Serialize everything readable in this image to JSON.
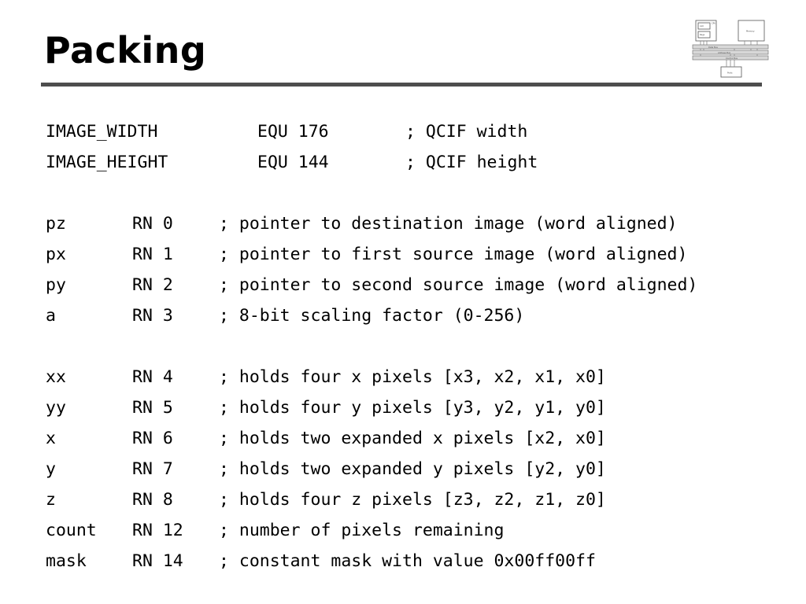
{
  "slide": {
    "title": "Packing",
    "rule_color": "#4d4d4d",
    "background_color": "#ffffff",
    "text_color": "#000000"
  },
  "logo": {
    "name": "computer-architecture-block-diagram",
    "blocks": {
      "cpu": "CPU",
      "alu": "ALU",
      "regs": "Regs",
      "memory": "Memory",
      "ports": "Ports"
    },
    "buses": {
      "data": "Data Bus",
      "address": "Address Bus",
      "control": "Control Bus"
    }
  },
  "code": {
    "language": "arm-assembly",
    "lines": [
      {
        "kind": "equ",
        "label": "IMAGE_WIDTH",
        "op": "EQU 176",
        "comment": "; QCIF width"
      },
      {
        "kind": "equ",
        "label": "IMAGE_HEIGHT",
        "op": "EQU 144",
        "comment": "; QCIF height"
      },
      {
        "kind": "blank"
      },
      {
        "kind": "rn",
        "label": "pz",
        "op": "RN 0",
        "comment": "; pointer to destination image (word aligned)"
      },
      {
        "kind": "rn",
        "label": "px",
        "op": "RN 1",
        "comment": "; pointer to first source image (word aligned)"
      },
      {
        "kind": "rn",
        "label": "py",
        "op": "RN 2",
        "comment": "; pointer to second source image (word aligned)"
      },
      {
        "kind": "rn",
        "label": "a",
        "op": "RN 3",
        "comment": "; 8-bit scaling factor (0-256)"
      },
      {
        "kind": "blank"
      },
      {
        "kind": "rn",
        "label": "xx",
        "op": "RN 4",
        "comment": "; holds four x pixels [x3, x2, x1, x0]"
      },
      {
        "kind": "rn",
        "label": "yy",
        "op": "RN 5",
        "comment": "; holds four y pixels [y3, y2, y1, y0]"
      },
      {
        "kind": "rn",
        "label": "x",
        "op": "RN 6",
        "comment": "; holds two expanded x pixels [x2, x0]"
      },
      {
        "kind": "rn",
        "label": "y",
        "op": "RN 7",
        "comment": "; holds two expanded y pixels [y2, y0]"
      },
      {
        "kind": "rn",
        "label": "z",
        "op": "RN 8",
        "comment": "; holds four z pixels [z3, z2, z1, z0]"
      },
      {
        "kind": "rn",
        "label": "count",
        "op": "RN 12",
        "comment": "; number of pixels remaining"
      },
      {
        "kind": "rn",
        "label": "mask",
        "op": "RN 14",
        "comment": "; constant mask with value 0x00ff00ff"
      }
    ]
  }
}
